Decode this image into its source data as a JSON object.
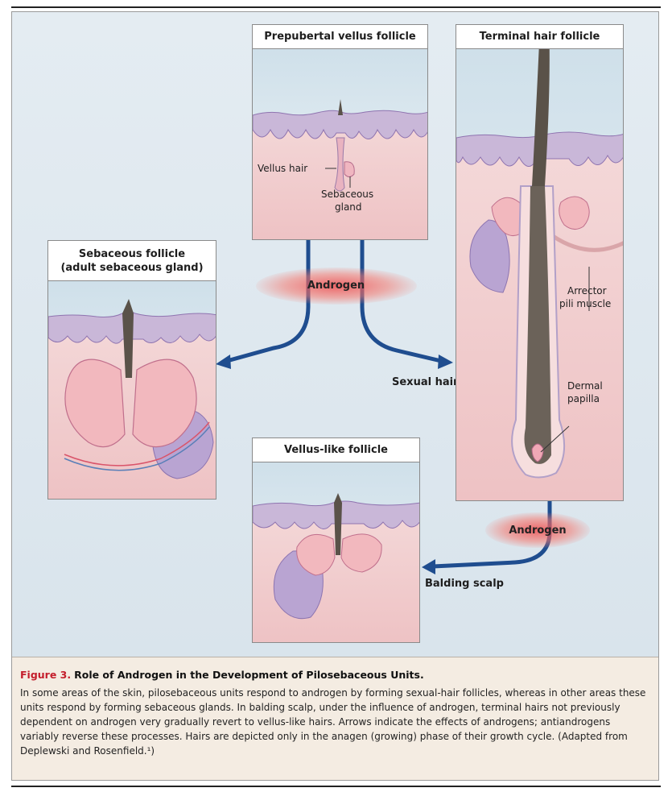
{
  "panels": {
    "prepubertal": {
      "title": "Prepubertal vellus follicle"
    },
    "terminal": {
      "title": "Terminal hair follicle"
    },
    "sebaceous": {
      "title": "Sebaceous follicle",
      "subtitle": "(adult sebaceous gland)"
    },
    "vellus_like": {
      "title": "Vellus-like follicle"
    }
  },
  "labels": {
    "vellus_hair": "Vellus hair",
    "sebaceous_gland_1": "Sebaceous",
    "sebaceous_gland_2": "gland",
    "arrector_1": "Arrector",
    "arrector_2": "pili muscle",
    "dermal_1": "Dermal",
    "dermal_2": "papilla"
  },
  "flow": {
    "androgen_top": "Androgen",
    "androgen_right": "Androgen",
    "sexual_hair": "Sexual hair",
    "balding_scalp": "Balding scalp"
  },
  "caption": {
    "figure_number": "Figure 3.",
    "title": "Role of Androgen in the Development of Pilosebaceous Units.",
    "body": "In some areas of the skin, pilosebaceous units respond to androgen by forming sexual-hair follicles, whereas in other areas these units respond by forming sebaceous glands. In balding scalp, under the influence of androgen, terminal hairs not previously dependent on androgen very gradually revert to vellus-like hairs. Arrows indicate the effects of androgens; antiandrogens variably reverse these processes. Hairs are depicted only in the anagen (growing) phase of their growth cycle. (Adapted from Deplewski and Rosenfield.¹)"
  },
  "colors": {
    "arrow": "#1f4d8f",
    "androgen_glow": "#ef5a5a",
    "figure_label": "#c41e2c",
    "skin": "#f3cfcf",
    "epidermis": "#c8b6d6",
    "hair": "#5a5249"
  }
}
